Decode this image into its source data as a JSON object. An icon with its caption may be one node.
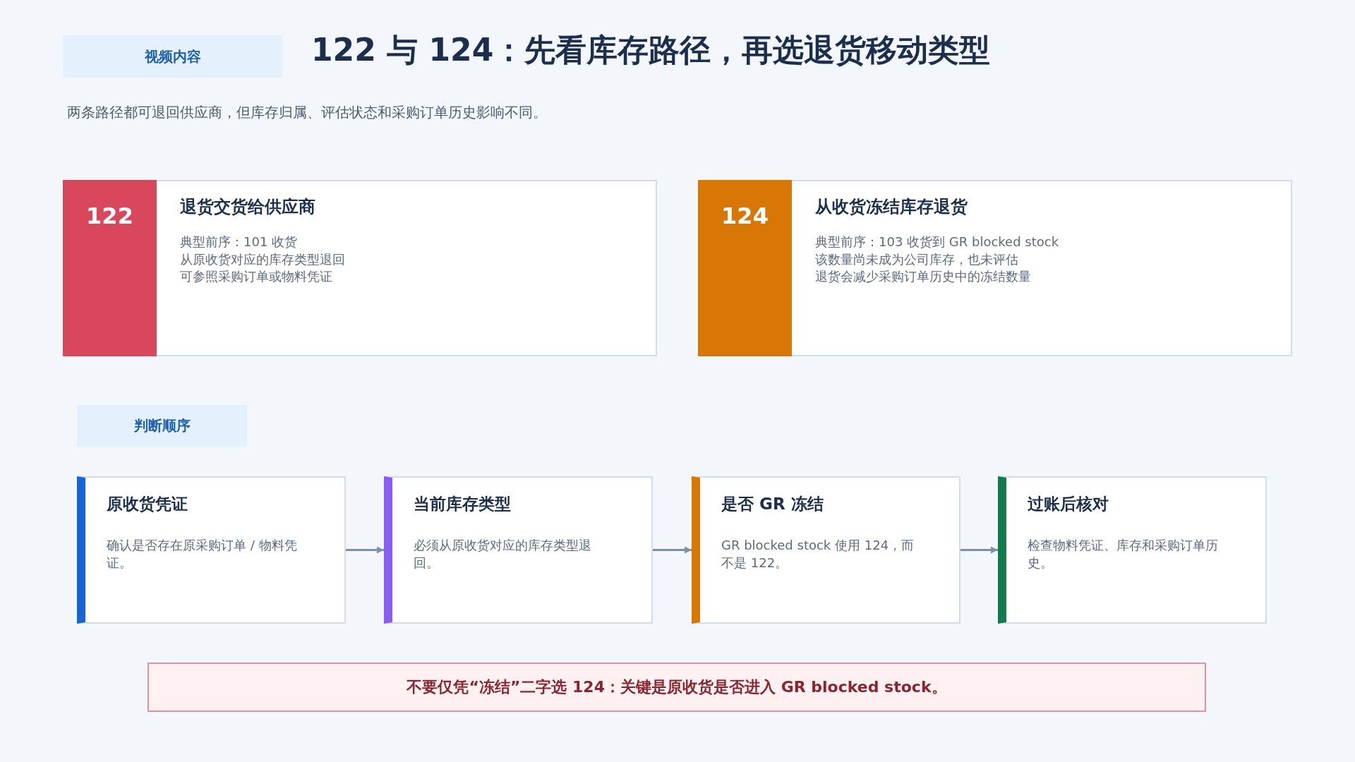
{
  "diagram": {
    "title": "122 与 124：先看库存路径，再选退货移动类型",
    "nodes": [
      {
        "text": [
          "视频内容"
        ]
      },
      {
        "text": [
          "122",
          "退货交货给供应商",
          "典型前序：101 收货",
          "从原收货对应的库存类型退回",
          "可参照采购订单或物料凭证"
        ]
      },
      {
        "text": [
          "124",
          "从收货冻结库存退货",
          "典型前序：103 收货到 GR blocked stock",
          "该数量尚未成为公司库存，也未评估",
          "退货会减少采购订单历史中的冻结数量"
        ]
      },
      {
        "text": [
          "判断顺序"
        ]
      },
      {
        "text": [
          "原收货凭证",
          "确认是否存在原采购订单 / 物料凭证。"
        ]
      },
      {
        "text": [
          "当前库存类型",
          "必须从原收货对应的库存类型退回。"
        ]
      },
      {
        "text": [
          "是否 GR 冻结",
          "GR blocked stock 使用 124，而不是 122。"
        ]
      },
      {
        "text": [
          "过账后核对",
          "检查物料凭证、库存和采购订单历史。"
        ]
      },
      {
        "text": [
          "不要仅凭“冻结”二字选 124：关键是原收货是否进入 GR blocked stock。"
        ]
      }
    ],
    "edges": [
      {
        "from": 4,
        "to": 5,
        "arrow": "to"
      },
      {
        "from": 5,
        "to": 6,
        "arrow": "to"
      },
      {
        "from": 6,
        "to": 7,
        "arrow": "to"
      }
    ],
    "labels": [
      "两条路径都可退回供应商，但库存归属、评估状态和采购订单历史影响不同。"
    ]
  }
}
